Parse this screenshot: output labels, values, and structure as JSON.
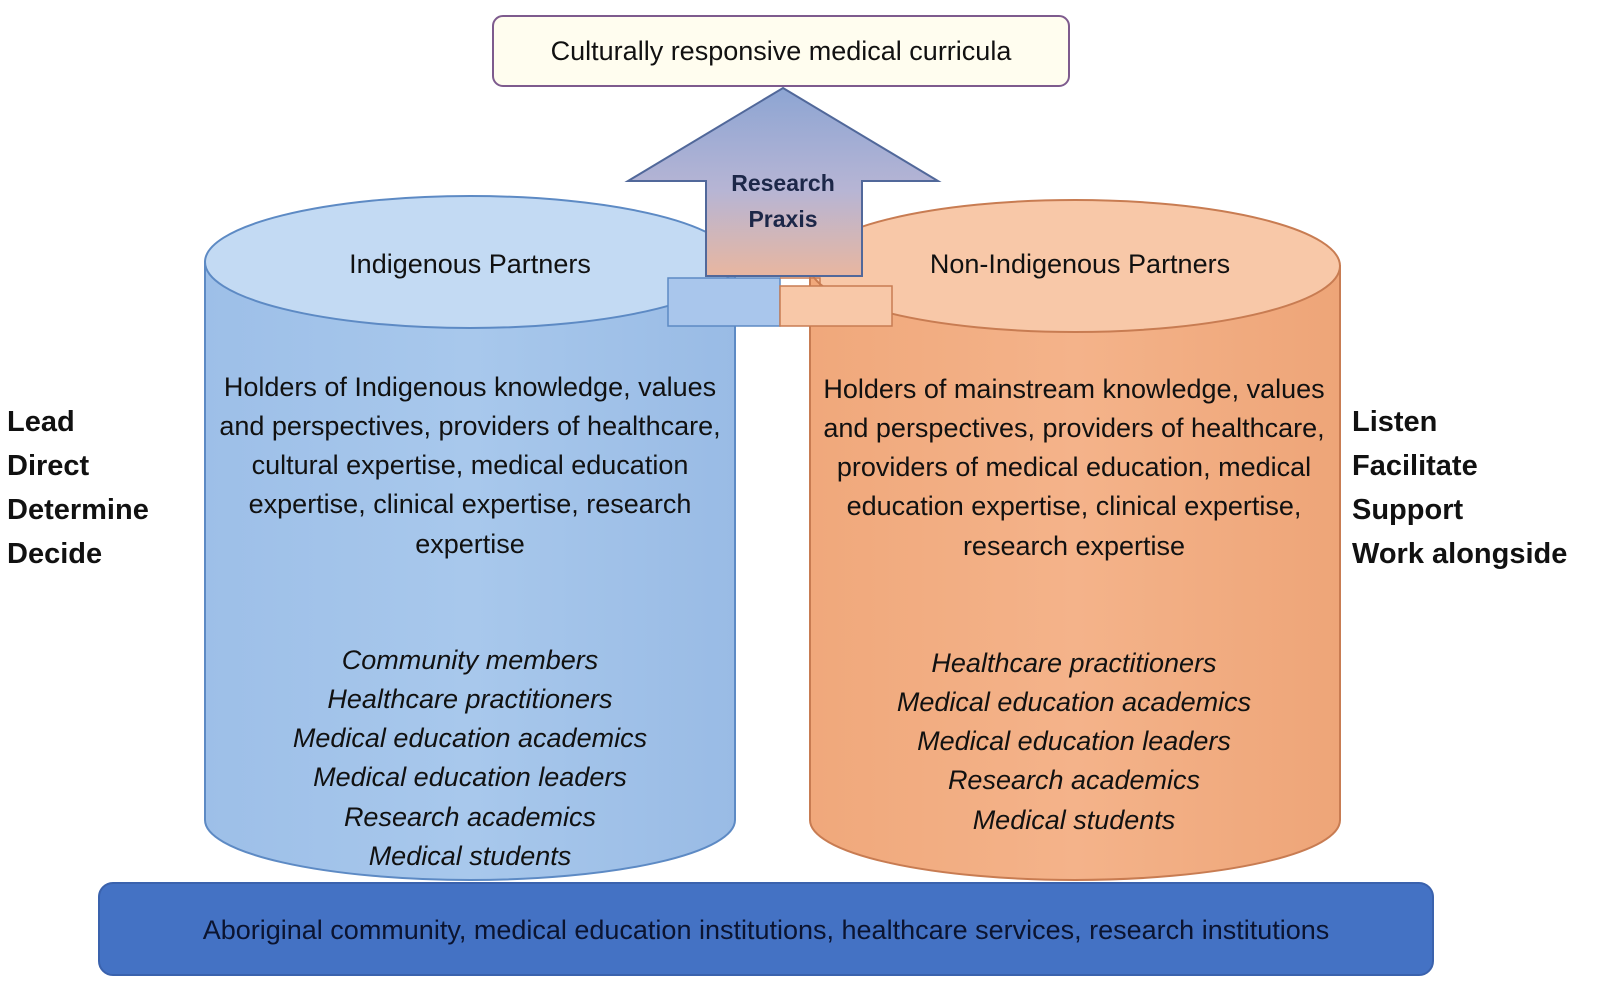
{
  "goal": "Culturally responsive medical curricula",
  "arrow": {
    "label_line1": "Research",
    "label_line2": "Praxis"
  },
  "left_group": {
    "title": "Indigenous Partners",
    "description": "Holders of Indigenous knowledge, values and perspectives, providers of healthcare, cultural expertise, medical education expertise, clinical expertise, research expertise",
    "roles": [
      "Community members",
      "Healthcare practitioners",
      "Medical education academics",
      "Medical education leaders",
      "Research academics",
      "Medical students"
    ],
    "actions": [
      "Lead",
      "Direct",
      "Determine",
      "Decide"
    ]
  },
  "right_group": {
    "title": "Non-Indigenous Partners",
    "description": "Holders of mainstream knowledge, values and perspectives, providers of healthcare, providers of medical education, medical education expertise, clinical expertise, research expertise",
    "roles": [
      "Healthcare practitioners",
      "Medical education academics",
      "Medical education leaders",
      "Research academics",
      "Medical students"
    ],
    "actions": [
      "Listen",
      "Facilitate",
      "Support",
      "Work alongside"
    ]
  },
  "foundation": "Aboriginal community, medical education institutions, healthcare services, research institutions",
  "colors": {
    "indigenous_fill": "#a2c4ea",
    "indigenous_top": "#c3daf3",
    "non_indigenous_fill": "#f2ac7f",
    "non_indigenous_top": "#f8c8a8",
    "foundation_fill": "#4472c4",
    "goal_fill": "#fffdef",
    "goal_border": "#7e5b8e",
    "arrow_top": "#95abd6",
    "arrow_bottom": "#e6b49e"
  }
}
